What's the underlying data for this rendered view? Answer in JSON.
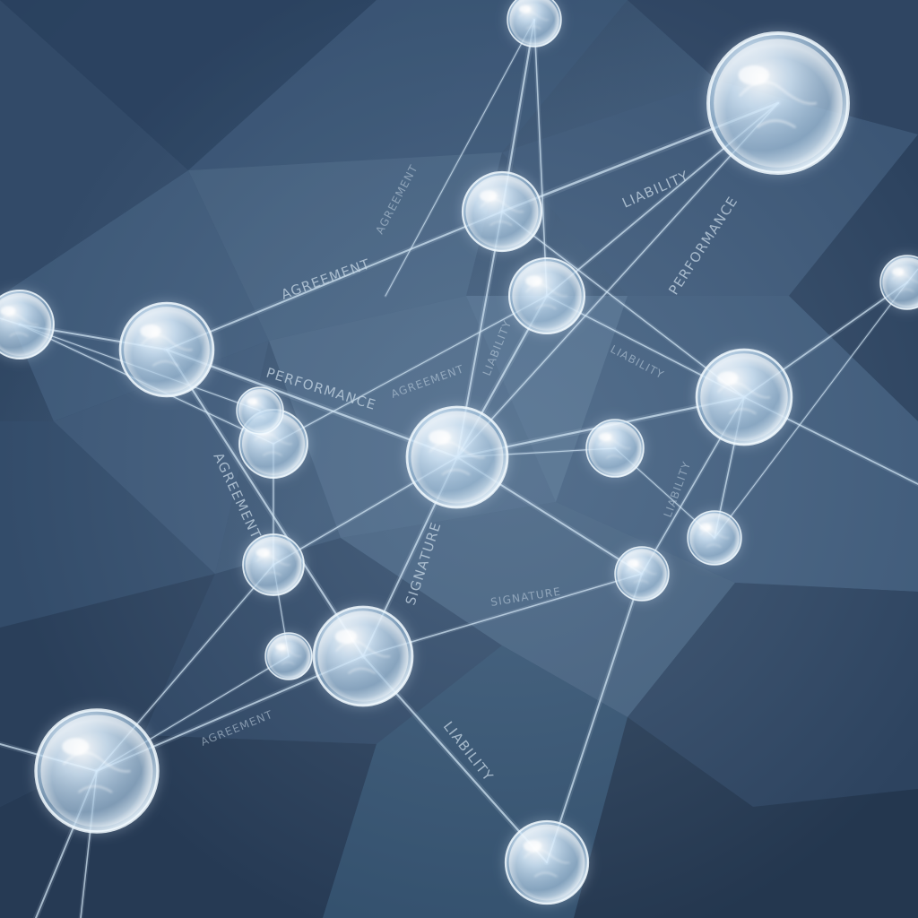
{
  "scene": {
    "description_free": true,
    "colors": {
      "background_deep": "#1f3046",
      "background_mid": "#3b5472",
      "background_light": "#5a7591",
      "node_glass": "#e8f4ff",
      "edge_strand": "#d6e9f8",
      "label_text": "#c3d3e2"
    }
  },
  "labels": {
    "agreement_1": "AGREEMENT",
    "agreement_2": "AGREEMENT",
    "agreement_3": "AGREEMENT",
    "agreement_4": "AGREEMENT",
    "agreement_5": "AGREEMENT",
    "liability_1": "LIABILITY",
    "liability_2": "LIABILITY",
    "liability_3": "LIABILITY",
    "liability_4": "LIABILITY",
    "liability_5": "LIABILITY",
    "performance_1": "PERFORMANCE",
    "performance_2": "PERFORMANCE",
    "signature_1": "SIGNATURE",
    "signature_2": "SIGNATURE"
  }
}
